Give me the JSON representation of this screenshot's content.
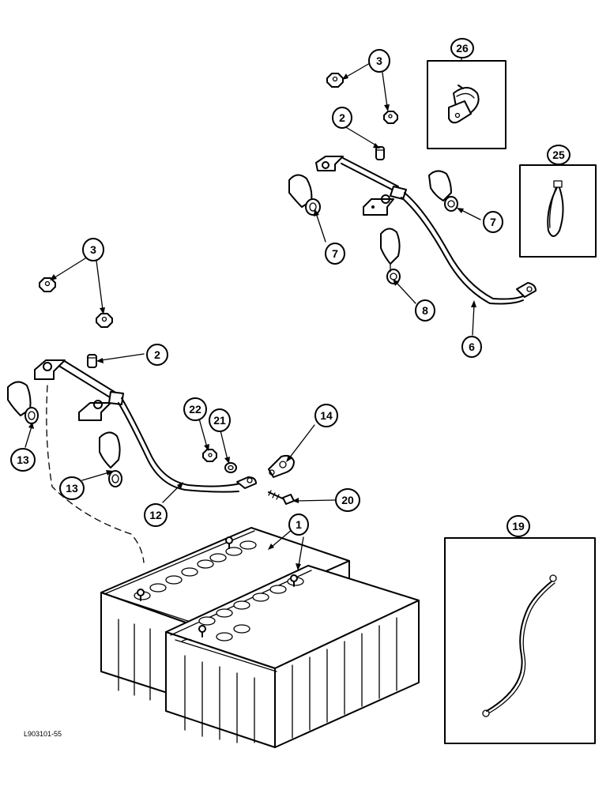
{
  "figure": {
    "id_label": "L903101-55"
  },
  "callouts": {
    "c3a": "3",
    "c26": "26",
    "c2a": "2",
    "c25": "25",
    "c7a": "7",
    "c7b": "7",
    "c8": "8",
    "c6": "6",
    "c3b": "3",
    "c2b": "2",
    "c22": "22",
    "c21": "21",
    "c14": "14",
    "c13a": "13",
    "c13b": "13",
    "c12": "12",
    "c20": "20",
    "c1": "1",
    "c19": "19"
  }
}
